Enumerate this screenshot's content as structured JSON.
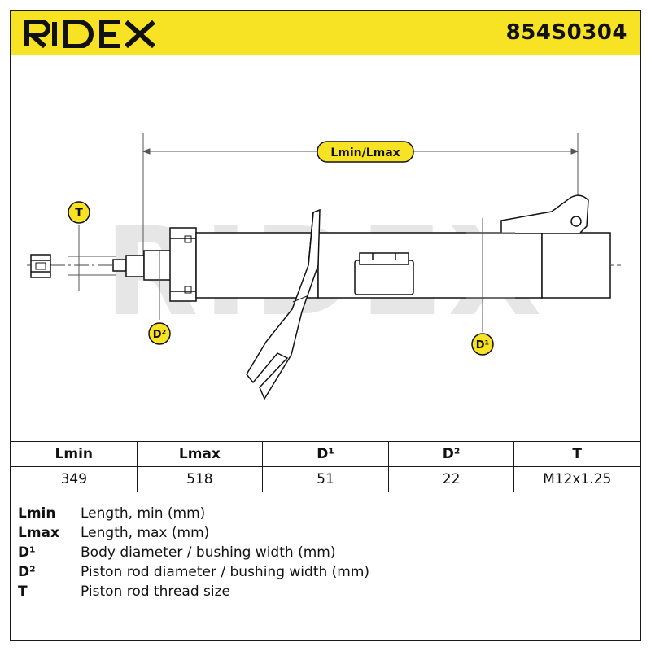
{
  "header": {
    "brand": "RIDEX",
    "part_number": "854S0304",
    "accent_color": "#f7e223"
  },
  "drawing": {
    "watermark": "RIDEX",
    "label_length": "Lmin/Lmax",
    "label_thread": "T",
    "label_rod_diameter": "D²",
    "label_body_diameter": "D¹"
  },
  "spec_table": {
    "headers": [
      "Lmin",
      "Lmax",
      "D¹",
      "D²",
      "T"
    ],
    "values": [
      "349",
      "518",
      "51",
      "22",
      "M12x1.25"
    ]
  },
  "legend": [
    {
      "key": "Lmin",
      "desc": "Length, min (mm)"
    },
    {
      "key": "Lmax",
      "desc": "Length, max (mm)"
    },
    {
      "key": "D¹",
      "desc": "Body diameter / bushing width (mm)"
    },
    {
      "key": "D²",
      "desc": "Piston rod diameter / bushing width (mm)"
    },
    {
      "key": "T",
      "desc": "Piston rod thread size"
    }
  ]
}
